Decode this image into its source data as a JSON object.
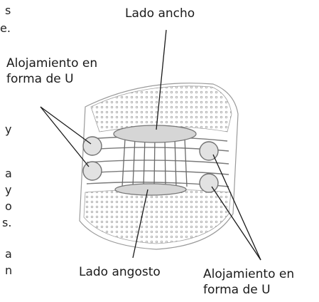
{
  "labels": {
    "wide_side": "Lado ancho",
    "narrow_side": "Lado angosto",
    "u_housing_left": [
      "Alojamiento en",
      "forma de U"
    ],
    "u_housing_right": [
      "Alojamiento en",
      "forma de U"
    ]
  },
  "cropped_text_fragments": [
    "s",
    "e.",
    "y",
    "a",
    "y",
    "o",
    "s.",
    "a",
    "n"
  ],
  "colors": {
    "line": "#1a1a1a",
    "sketch": "#8a8a8a",
    "shade": "#d9d9d9",
    "text": "#1a1a1a"
  }
}
